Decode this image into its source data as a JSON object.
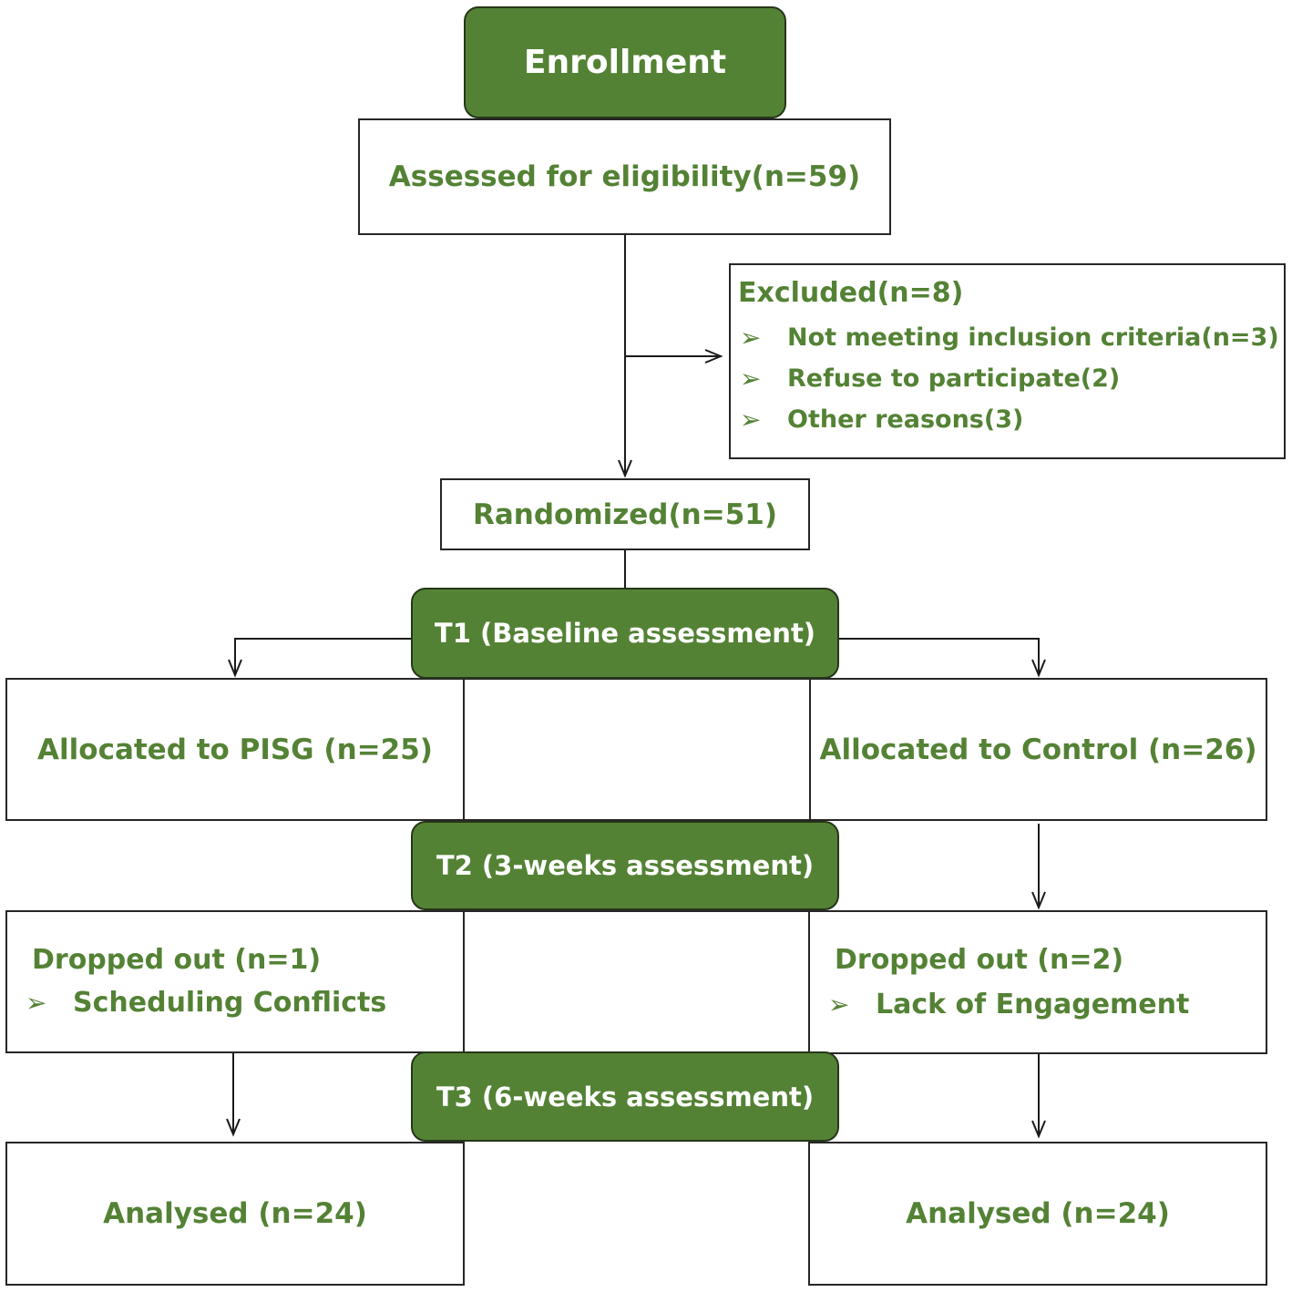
{
  "stages": {
    "enrollment": "Enrollment",
    "t1": "T1 (Baseline assessment)",
    "t2": "T2 (3-weeks assessment)",
    "t3": "T3 (6-weeks assessment)"
  },
  "assessed": "Assessed for eligibility(n=59)",
  "excluded": {
    "title": "Excluded(n=8)",
    "items": [
      "Not meeting inclusion criteria(n=3)",
      "Refuse to participate(2)",
      "Other reasons(3)"
    ]
  },
  "randomized": "Randomized(n=51)",
  "allocation": {
    "left": "Allocated to PISG (n=25)",
    "right": "Allocated to Control (n=26)"
  },
  "dropout": {
    "left": {
      "title": "Dropped out (n=1)",
      "item": "Scheduling Conflicts"
    },
    "right": {
      "title": "Dropped out (n=2)",
      "item": "Lack of Engagement"
    }
  },
  "analysed": {
    "left": "Analysed (n=24)",
    "right": "Analysed (n=24)"
  },
  "colors": {
    "green": "#548235",
    "border": "#262626",
    "stage_text": "#ffffff"
  },
  "icons": {
    "bullet": "arrow-bullet-icon"
  }
}
